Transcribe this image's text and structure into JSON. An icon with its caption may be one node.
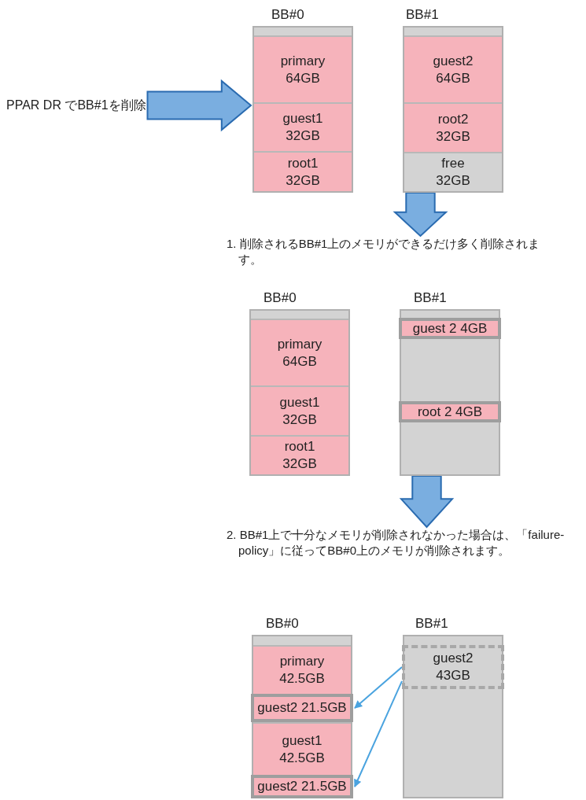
{
  "diagram": {
    "nodes": [
      {
        "text": [
          "PPAR DR でBB#1を削除"
        ]
      },
      {
        "text": [
          "BB#0"
        ]
      },
      {
        "text": [
          "primary 64GB"
        ],
        "in": 1
      },
      {
        "text": [
          "guest1 32GB"
        ],
        "in": 1
      },
      {
        "text": [
          "root1 32GB"
        ],
        "in": 1
      },
      {
        "text": [
          "BB#1"
        ]
      },
      {
        "text": [
          "guest2 64GB"
        ],
        "in": 5
      },
      {
        "text": [
          "root2 32GB"
        ],
        "in": 5
      },
      {
        "text": [
          "free 32GB"
        ],
        "in": 5
      },
      {
        "text": [
          "1. 削除されるBB#1上のメモリができるだけ多く削除されます。"
        ]
      },
      {
        "text": [
          "BB#0"
        ]
      },
      {
        "text": [
          "primary 64GB"
        ],
        "in": 10
      },
      {
        "text": [
          "guest1 32GB"
        ],
        "in": 10
      },
      {
        "text": [
          "root1 32GB"
        ],
        "in": 10
      },
      {
        "text": [
          "BB#1"
        ]
      },
      {
        "text": [
          "guest 2 4GB"
        ],
        "in": 14
      },
      {
        "text": [
          "root 2 4GB"
        ],
        "in": 14
      },
      {
        "text": [
          "2. BB#1上で十分なメモリが削除されなかった場合は、「failure-policy」に従ってBB#0上のメモリが削除されます。"
        ]
      },
      {
        "text": [
          "BB#0"
        ]
      },
      {
        "text": [
          "primary 42.5GB"
        ],
        "in": 18
      },
      {
        "text": [
          "guest2 21.5GB"
        ],
        "in": 18
      },
      {
        "text": [
          "guest1 42.5GB"
        ],
        "in": 18
      },
      {
        "text": [
          "guest2 21.5GB"
        ],
        "in": 18
      },
      {
        "text": [
          "BB#1"
        ]
      },
      {
        "text": [
          "guest2 43GB"
        ],
        "in": 23
      }
    ],
    "edges": [
      {
        "from": 0,
        "to": 1,
        "arrow": "to",
        "style": "thick"
      },
      {
        "from": 5,
        "to": 9,
        "arrow": "to",
        "style": "thick"
      },
      {
        "from": 14,
        "to": 17,
        "arrow": "to",
        "style": "thick"
      },
      {
        "from": 24,
        "to": 20,
        "arrow": "to",
        "color": "#4aa3df"
      },
      {
        "from": 24,
        "to": 22,
        "arrow": "to",
        "color": "#4aa3df"
      }
    ]
  }
}
